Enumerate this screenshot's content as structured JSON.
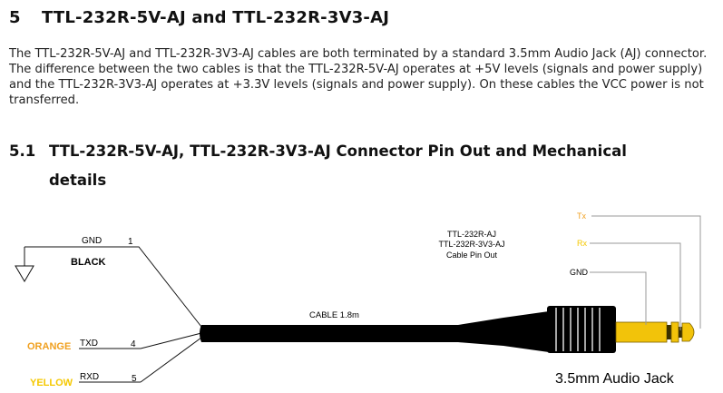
{
  "section": {
    "number": "5",
    "title": "TTL-232R-5V-AJ and TTL-232R-3V3-AJ",
    "paragraph": "The TTL-232R-5V-AJ and TTL-232R-3V3-AJ cables are both terminated by a standard 3.5mm Audio Jack (AJ) connector. The difference between the two cables is that the TTL-232R-5V-AJ operates at +5V levels (signals and power supply) and the TTL-232R-3V3-AJ operates at +3.3V levels (signals and power supply). On these cables the VCC power is not transferred."
  },
  "subsection": {
    "number": "5.1",
    "title_line1": "TTL-232R-5V-AJ,  TTL-232R-3V3-AJ Connector Pin Out and Mechanical",
    "title_line2": "details"
  },
  "diagram": {
    "caption_lines": [
      "TTL-232R-AJ",
      "TTL-232R-3V3-AJ",
      "Cable Pin Out"
    ],
    "cable_label": "CABLE 1.8m",
    "jack_label": "3.5mm Audio Jack",
    "wires": [
      {
        "signal": "GND",
        "pin": "1",
        "color_name": "BLACK"
      },
      {
        "signal": "TXD",
        "pin": "4",
        "color_name": "ORANGE"
      },
      {
        "signal": "RXD",
        "pin": "5",
        "color_name": "YELLOW"
      }
    ],
    "jack_pins": [
      "Tx",
      "Rx",
      "GND"
    ],
    "colors": {
      "orange": "#f0a020",
      "yellow": "#f5c800",
      "gold": "#f2c30a",
      "line": "#999999",
      "cable": "#000000"
    }
  }
}
